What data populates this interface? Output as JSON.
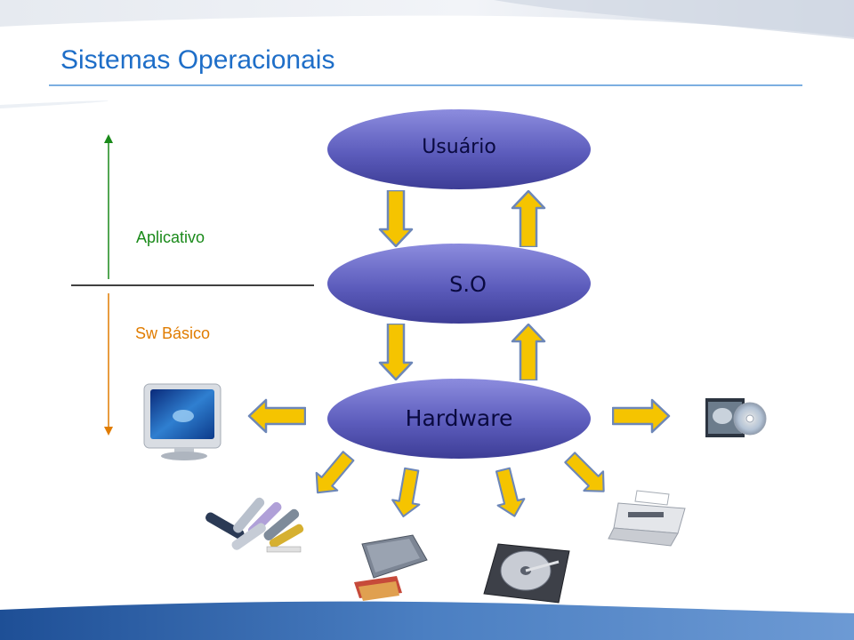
{
  "title": "Sistemas Operacionais",
  "layers": {
    "aplicativo": "Aplicativo",
    "sw_basico": "Sw Básico"
  },
  "nodes": {
    "usuario": "Usuário",
    "so": "S.O",
    "hardware": "Hardware"
  },
  "devices": [
    "monitor-icon",
    "cd-media-icon",
    "usb-drives-icon",
    "scanner-icon",
    "hard-disk-icon",
    "printer-icon"
  ],
  "colors": {
    "title": "#1e6ec8",
    "ellipse_fill": "#5a5ab4",
    "arrow_fill": "#f5c400",
    "aplicativo_text": "#1a8a1a",
    "sw_basico_text": "#e07c00"
  }
}
